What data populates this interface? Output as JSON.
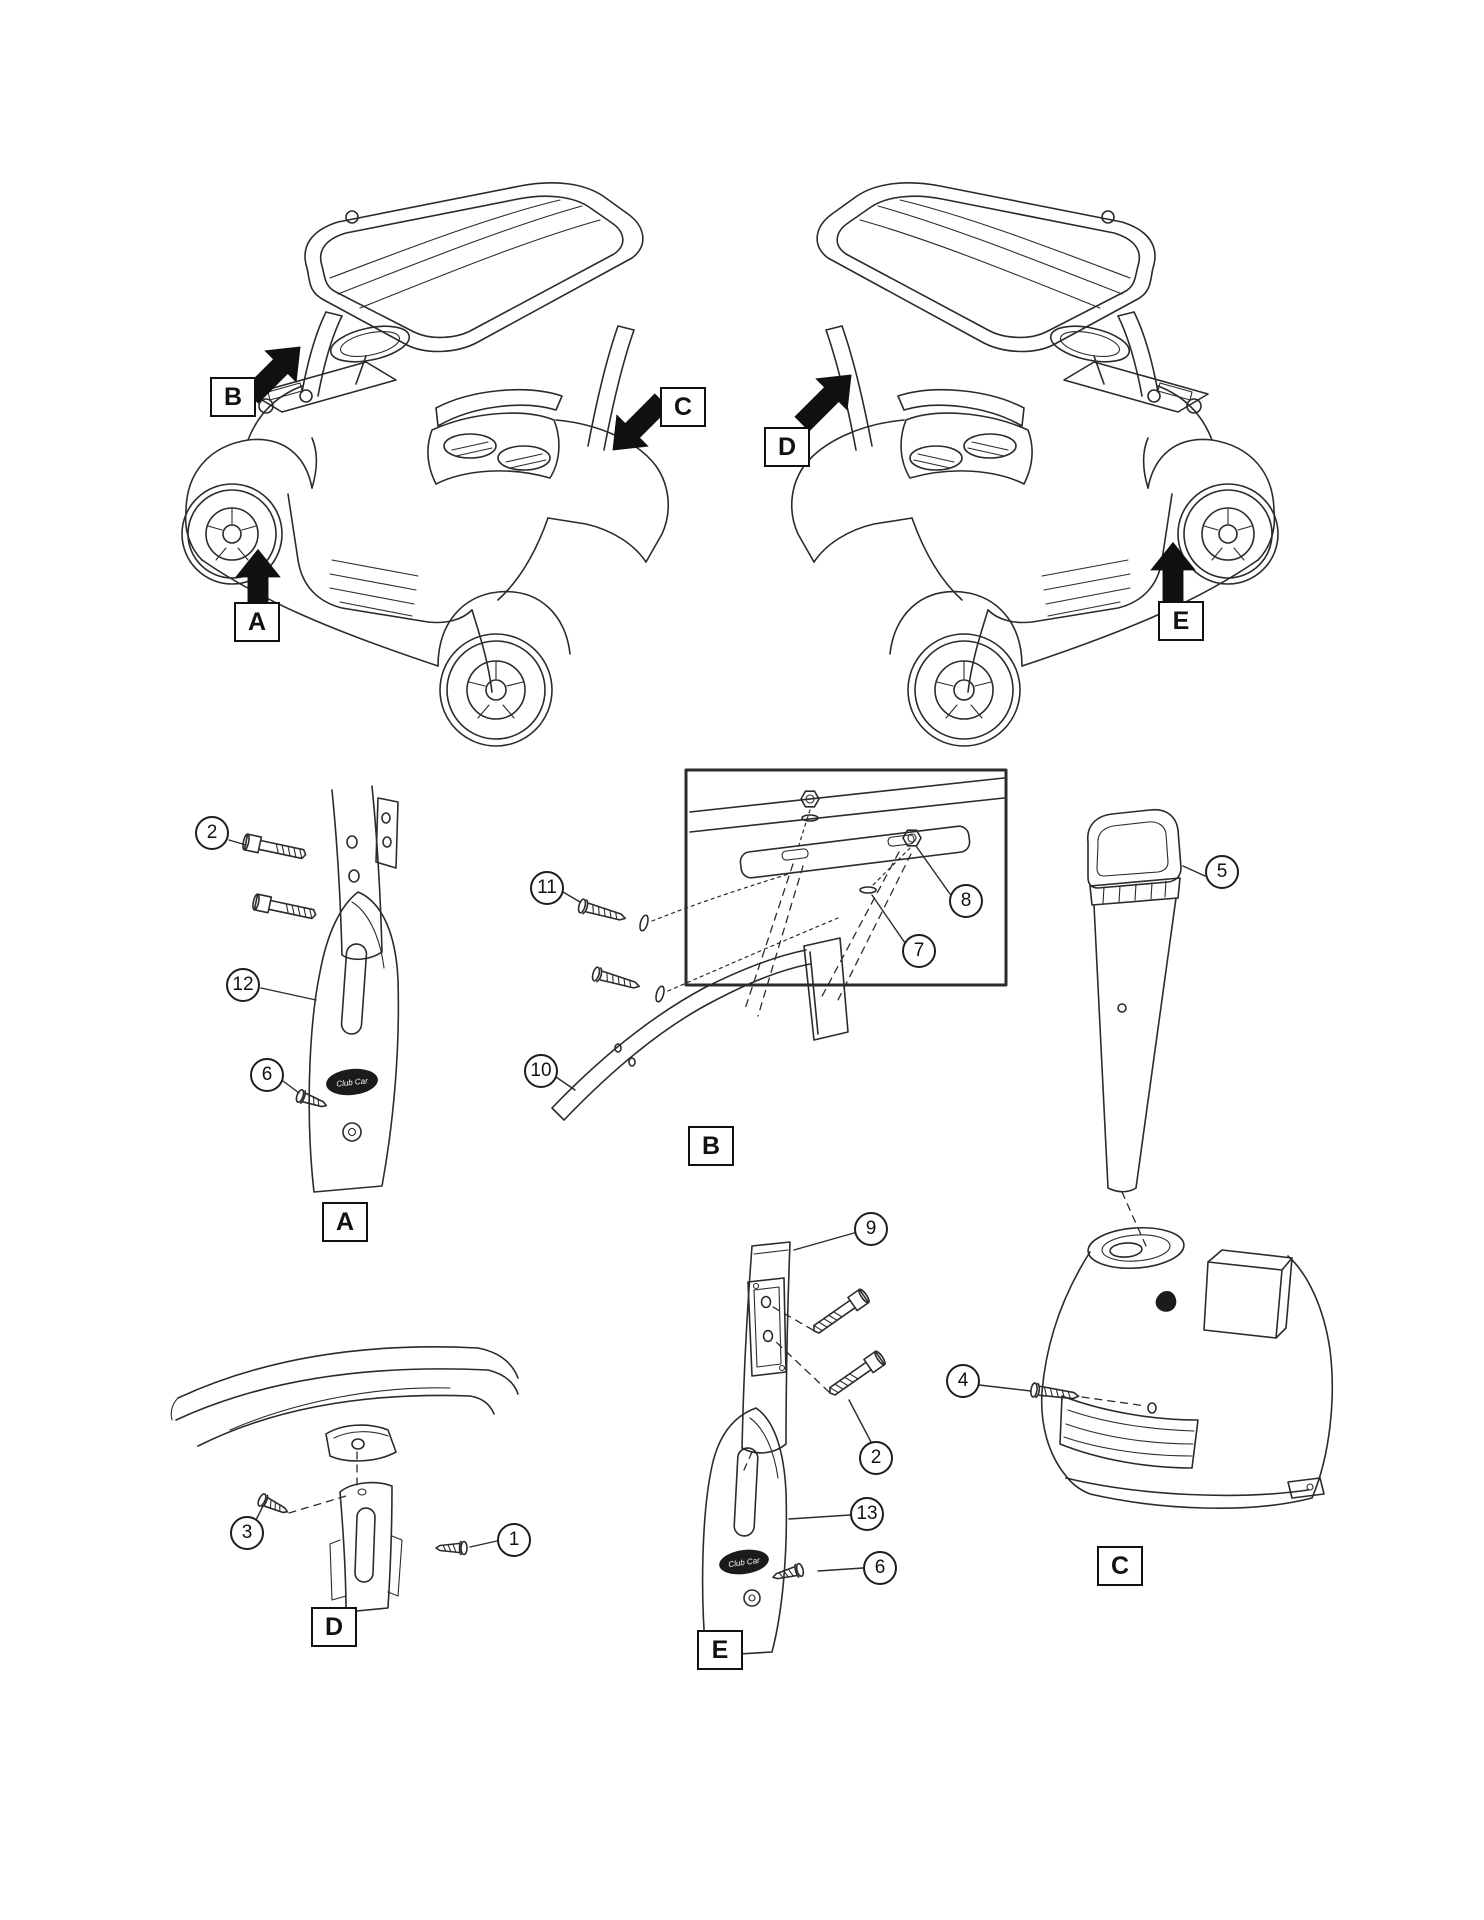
{
  "overview": {
    "left_cart": {
      "label_b": "B",
      "label_a": "A",
      "label_c": "C"
    },
    "right_cart": {
      "label_d": "D",
      "label_e": "E"
    }
  },
  "details": {
    "a": {
      "label": "A",
      "c2": "2",
      "c12": "12",
      "c6": "6"
    },
    "b": {
      "label": "B",
      "c11": "11",
      "c8": "8",
      "c7": "7",
      "c10": "10"
    },
    "c": {
      "label": "C",
      "c5": "5",
      "c4": "4"
    },
    "d": {
      "label": "D",
      "c3": "3",
      "c1": "1"
    },
    "e": {
      "label": "E",
      "c9": "9",
      "c2": "2",
      "c13": "13",
      "c6": "6"
    },
    "logo": "Club Car"
  }
}
